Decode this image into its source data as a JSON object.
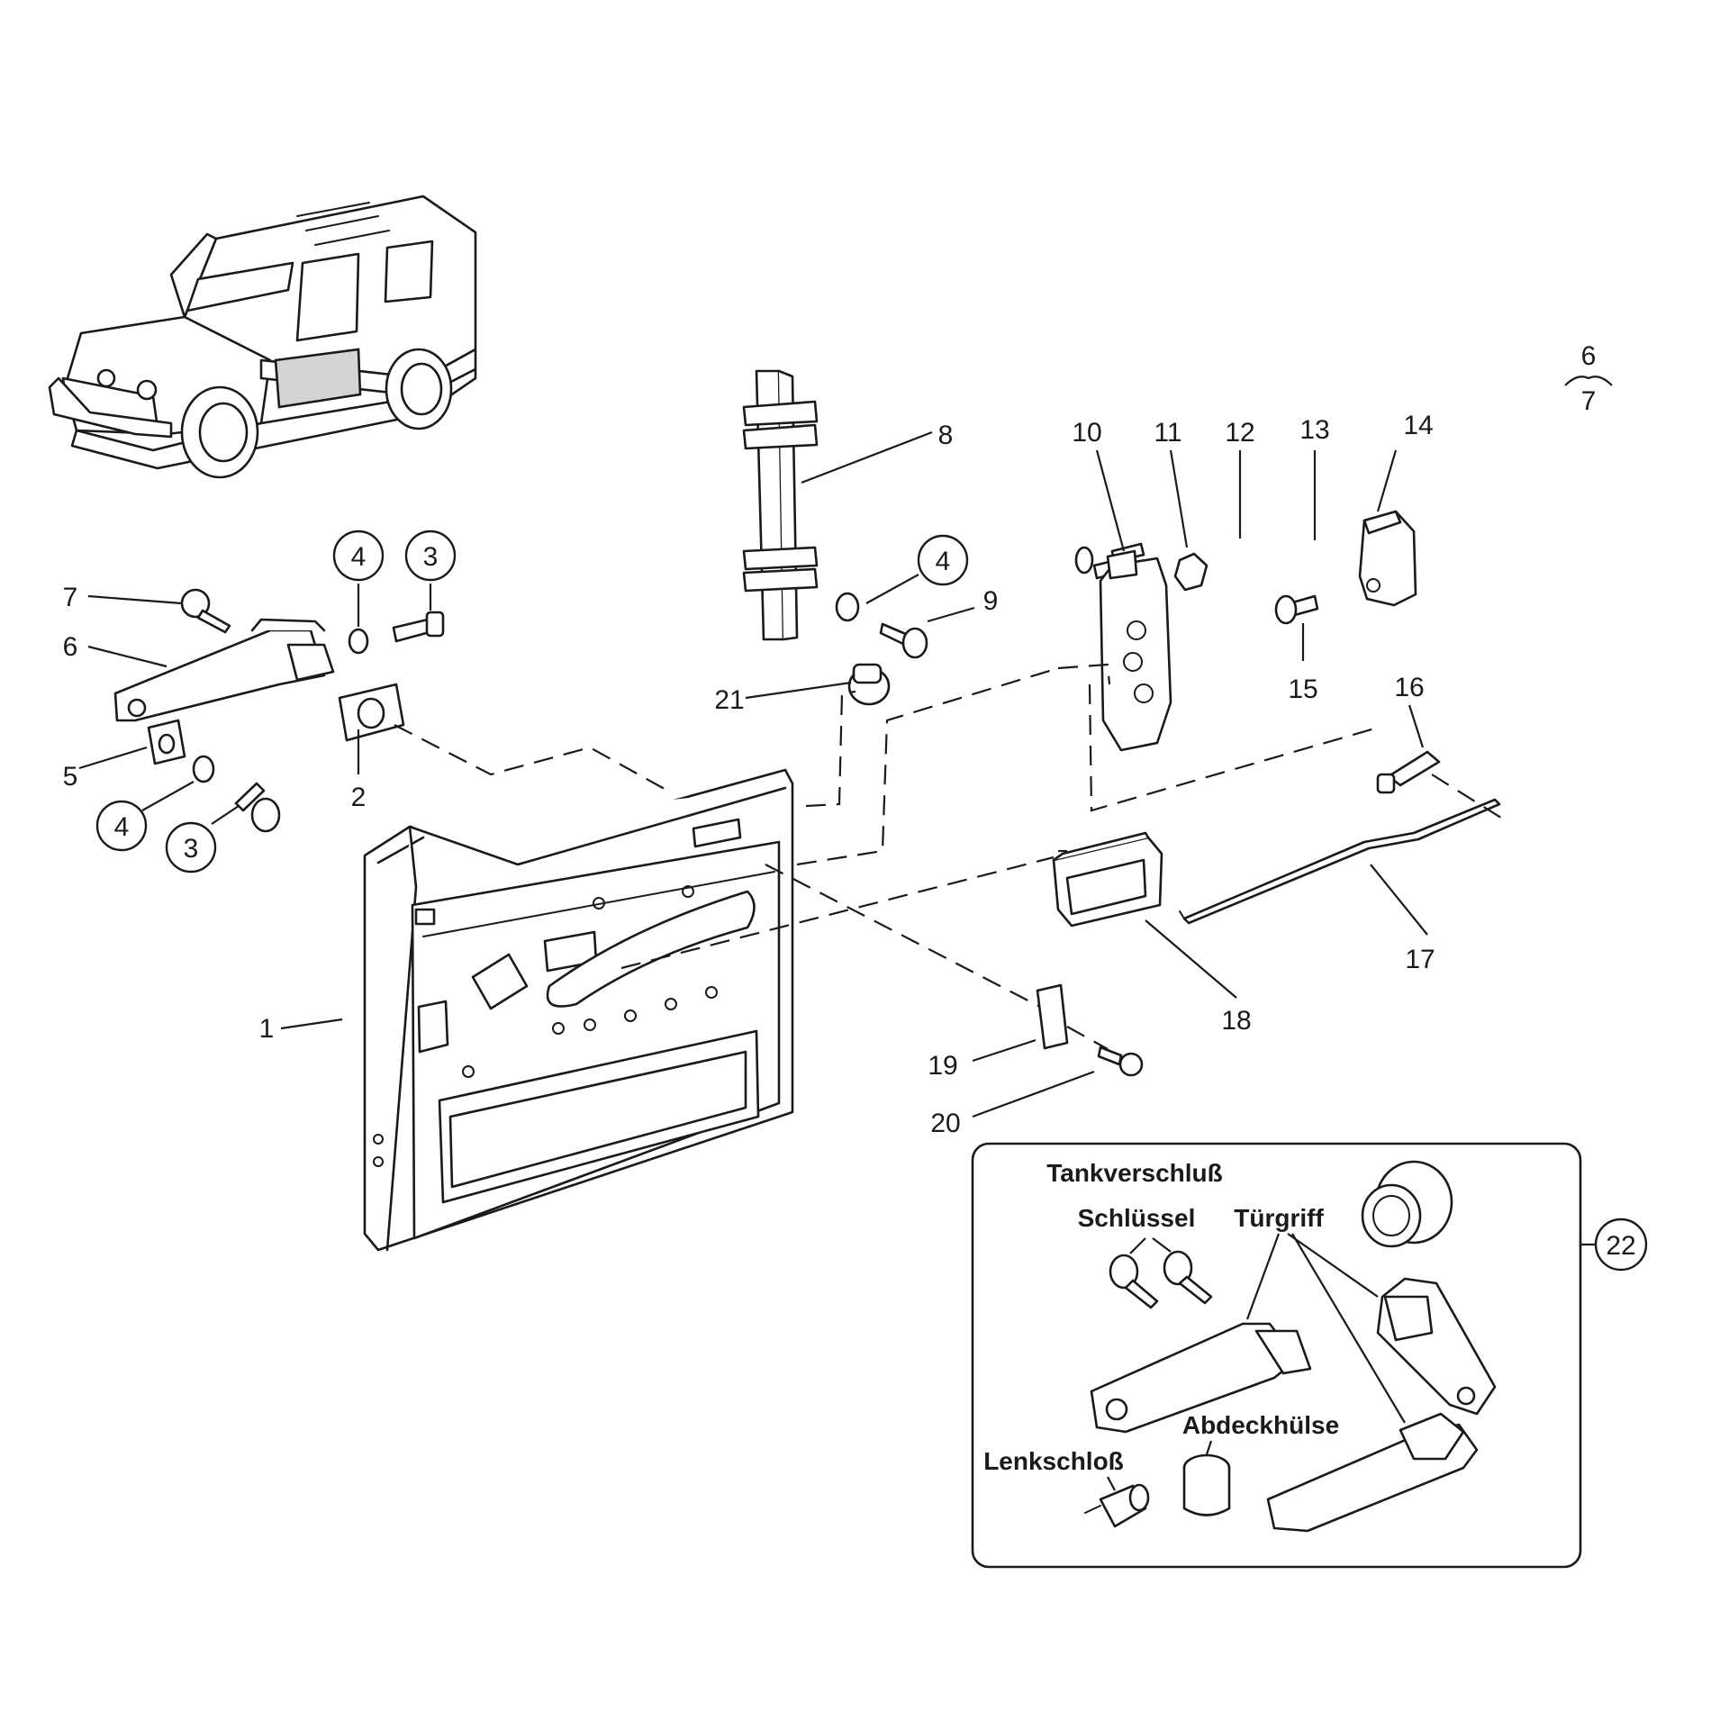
{
  "callouts": [
    {
      "num": "1"
    },
    {
      "num": "2"
    },
    {
      "num": "3"
    },
    {
      "num": "3"
    },
    {
      "num": "4"
    },
    {
      "num": "4"
    },
    {
      "num": "4"
    },
    {
      "num": "5"
    },
    {
      "num": "6"
    },
    {
      "num": "7"
    },
    {
      "num": "8"
    },
    {
      "num": "9"
    },
    {
      "num": "10"
    },
    {
      "num": "11"
    },
    {
      "num": "12"
    },
    {
      "num": "13"
    },
    {
      "num": "14"
    },
    {
      "num": "15"
    },
    {
      "num": "16"
    },
    {
      "num": "17"
    },
    {
      "num": "18"
    },
    {
      "num": "19"
    },
    {
      "num": "20"
    },
    {
      "num": "21"
    },
    {
      "num": "22"
    }
  ],
  "variant_note": {
    "top": "6",
    "bottom": "7"
  },
  "inset_labels": {
    "tank_cap": "Tankverschluß",
    "key": "Schlüssel",
    "door_handle": "Türgriff",
    "cover_sleeve": "Abdeckhülse",
    "steering_lock": "Lenkschloß"
  }
}
